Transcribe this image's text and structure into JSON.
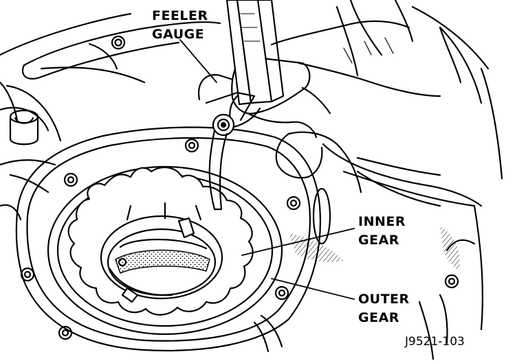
{
  "diagram": {
    "labels": {
      "feeler_gauge_line1": "FEELER",
      "feeler_gauge_line2": "GAUGE",
      "inner_gear_line1": "INNER",
      "inner_gear_line2": "GEAR",
      "outer_gear_line1": "OUTER",
      "outer_gear_line2": "GEAR"
    },
    "figure_id": "J9521-103"
  },
  "colors": {
    "ink": "#000000",
    "paper": "#ffffff"
  }
}
